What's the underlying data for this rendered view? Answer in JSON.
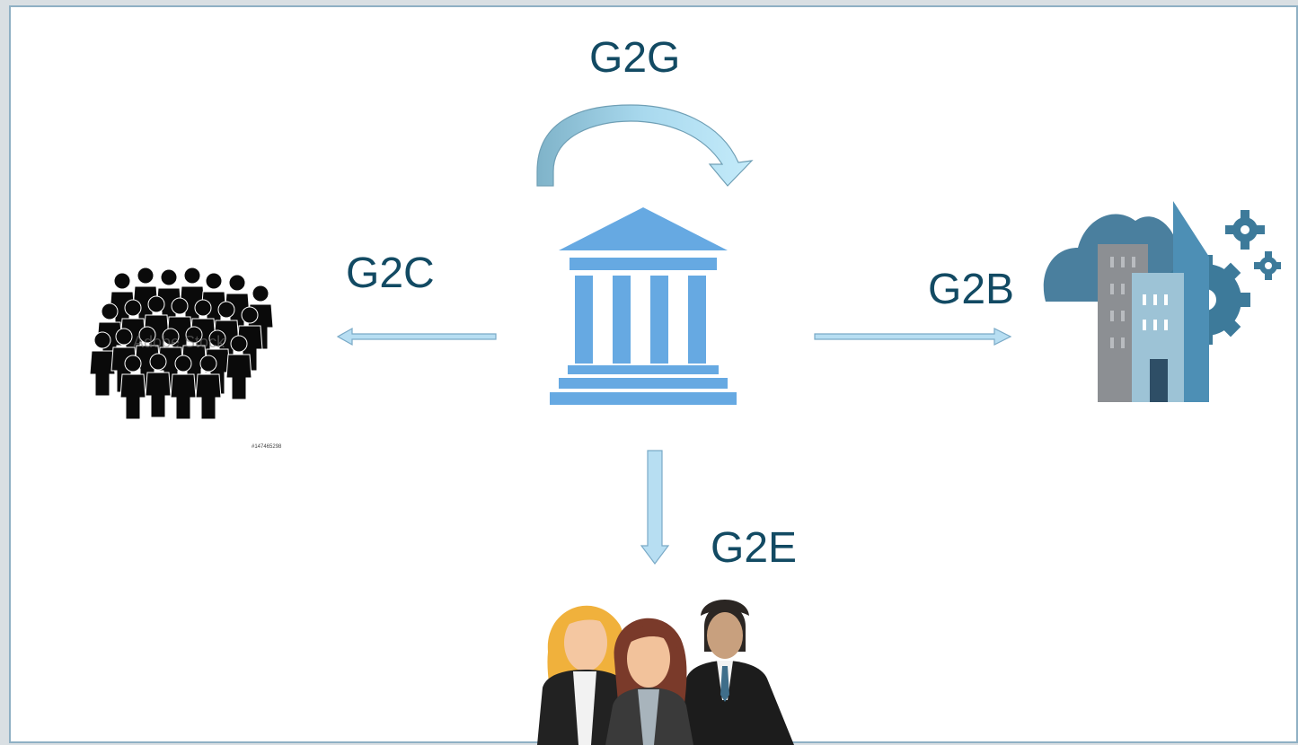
{
  "diagram": {
    "labels": {
      "g2g": "G2G",
      "g2c": "G2C",
      "g2b": "G2B",
      "g2e": "G2E"
    },
    "watermark": "Adobe Stock",
    "stock_id": "#147465298",
    "colors": {
      "label": "#124a63",
      "government": "#66a9e2",
      "arrow_fill": "#b7def2",
      "arrow_stroke": "#7aaac7",
      "curved_arrow": "#9fd6ee"
    },
    "icons": {
      "center": "government-building-icon",
      "left": "crowd-icon",
      "right": "business-building-icon",
      "bottom": "employees-icon"
    }
  }
}
